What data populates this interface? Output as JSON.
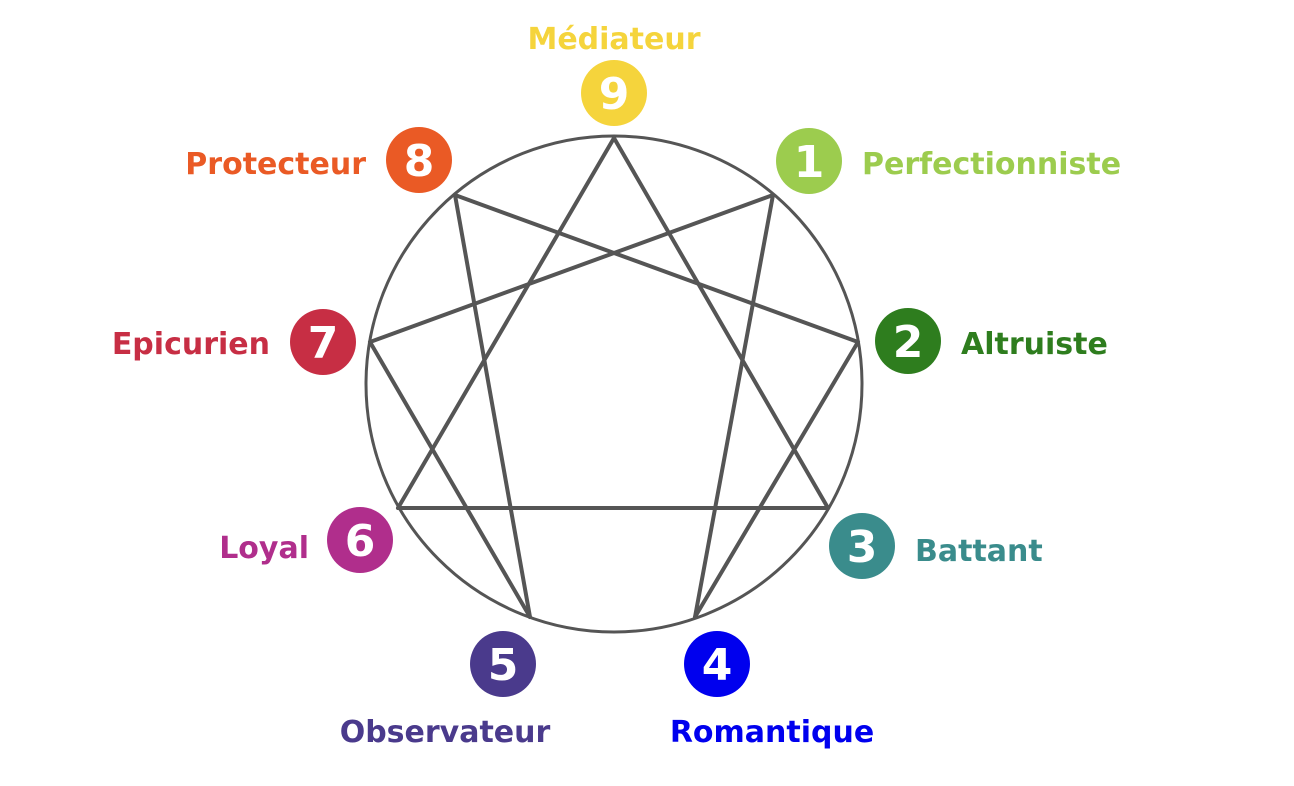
{
  "diagram": {
    "line_color": "#555555",
    "connections": [
      [
        1,
        4
      ],
      [
        4,
        2
      ],
      [
        2,
        8
      ],
      [
        8,
        5
      ],
      [
        5,
        7
      ],
      [
        7,
        1
      ],
      [
        3,
        6
      ],
      [
        6,
        9
      ],
      [
        9,
        3
      ]
    ],
    "types": [
      {
        "number": "1",
        "label": "Perfectionniste",
        "color": "#9ccc4e"
      },
      {
        "number": "2",
        "label": "Altruiste",
        "color": "#2e7d1e"
      },
      {
        "number": "3",
        "label": "Battant",
        "color": "#3a8c8c"
      },
      {
        "number": "4",
        "label": "Romantique",
        "color": "#0000ee"
      },
      {
        "number": "5",
        "label": "Observateur",
        "color": "#4a3a8c"
      },
      {
        "number": "6",
        "label": "Loyal",
        "color": "#b02e8c"
      },
      {
        "number": "7",
        "label": "Epicurien",
        "color": "#c72e44"
      },
      {
        "number": "8",
        "label": "Protecteur",
        "color": "#ea5a25"
      },
      {
        "number": "9",
        "label": "Médiateur",
        "color": "#f5d43c"
      }
    ]
  }
}
